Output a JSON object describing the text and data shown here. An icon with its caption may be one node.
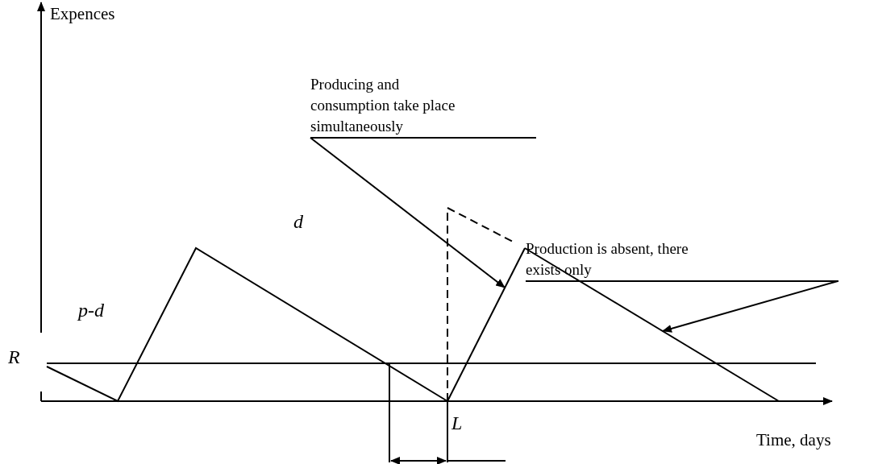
{
  "diagram": {
    "nodes": [
      {
        "text": [
          "Producing and consumption take place simultaneously"
        ]
      },
      {
        "text": [
          "Production is absent, there exists only"
        ]
      },
      {
        "text": [],
        "shape": "line"
      },
      {
        "text": [],
        "shape": "line"
      }
    ],
    "edges": [
      {
        "from": 0,
        "to": 2,
        "arrow": "to"
      },
      {
        "from": 1,
        "to": 3,
        "arrow": "to"
      }
    ],
    "labels": [
      "Expences",
      "p-d",
      "d",
      "R",
      "L",
      "Time, days"
    ]
  }
}
